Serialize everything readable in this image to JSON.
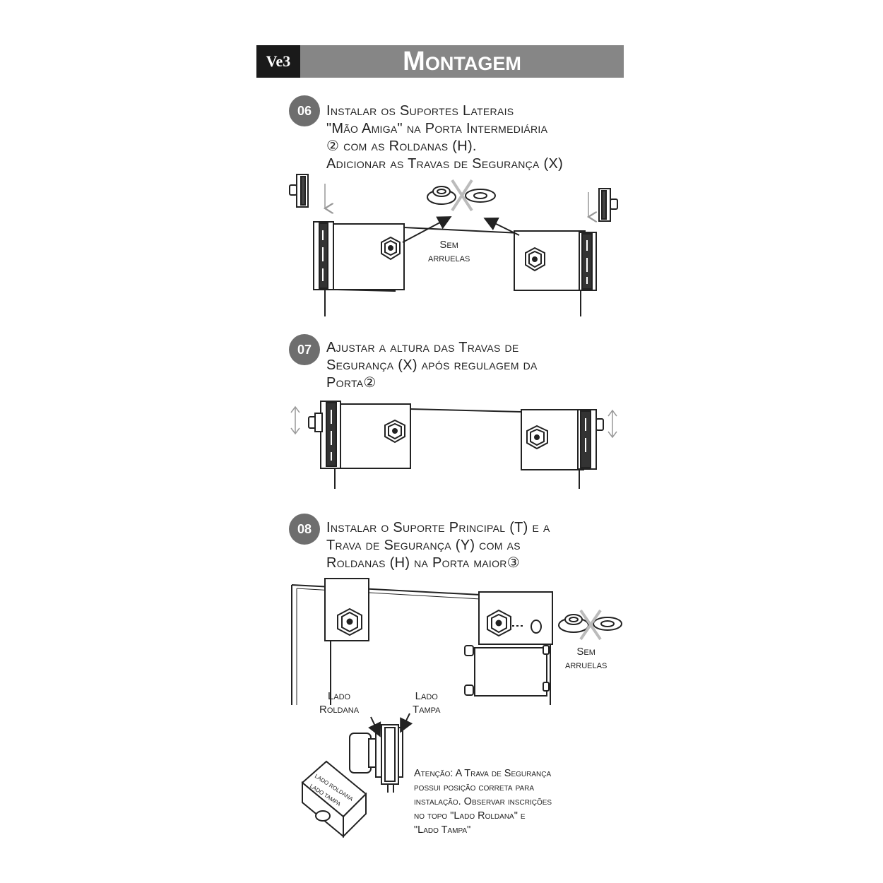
{
  "header": {
    "code": "Ve3",
    "title": "Montagem"
  },
  "steps": [
    {
      "number": "06",
      "lines": [
        "Instalar os Suportes Laterais",
        "\"Mão Amiga\" na Porta Intermediária",
        "② com as Roldanas (H).",
        "Adicionar as Travas de Segurança (X)"
      ]
    },
    {
      "number": "07",
      "lines": [
        "Ajustar a altura das Travas de",
        "Segurança (X) após regulagem da",
        "Porta②"
      ]
    },
    {
      "number": "08",
      "lines": [
        "Instalar o Suporte Principal (T) e a",
        "Trava de Segurança (Y) com as",
        "Roldanas (H) na Porta maior③"
      ]
    }
  ],
  "labels": {
    "sem_arruelas_1": [
      "Sem",
      "arruelas"
    ],
    "sem_arruelas_2": [
      "Sem",
      "arruelas"
    ],
    "lado_roldana": [
      "Lado",
      "Roldana"
    ],
    "lado_tampa": [
      "Lado",
      "Tampa"
    ],
    "block_roldana": "LADO ROLDANA",
    "block_tampa": "LADO TAMPA"
  },
  "note": {
    "lines": [
      "Atenção: A Trava de Segurança",
      "possui posição correta para",
      "instalação. Observar inscrições",
      "no topo \"Lado Roldana\" e",
      "\"Lado Tampa\""
    ]
  },
  "icons": [
    "nut-icon",
    "washer-icon",
    "cross-out-icon",
    "arrow-down-icon",
    "vertical-adjust-icon",
    "roller-icon",
    "safety-lock-icon"
  ],
  "colors": {
    "header_dark": "#1a1a1a",
    "header_gray": "#868686",
    "badge_gray": "#6e6e6e",
    "cross_gray": "#bbbbbb"
  }
}
